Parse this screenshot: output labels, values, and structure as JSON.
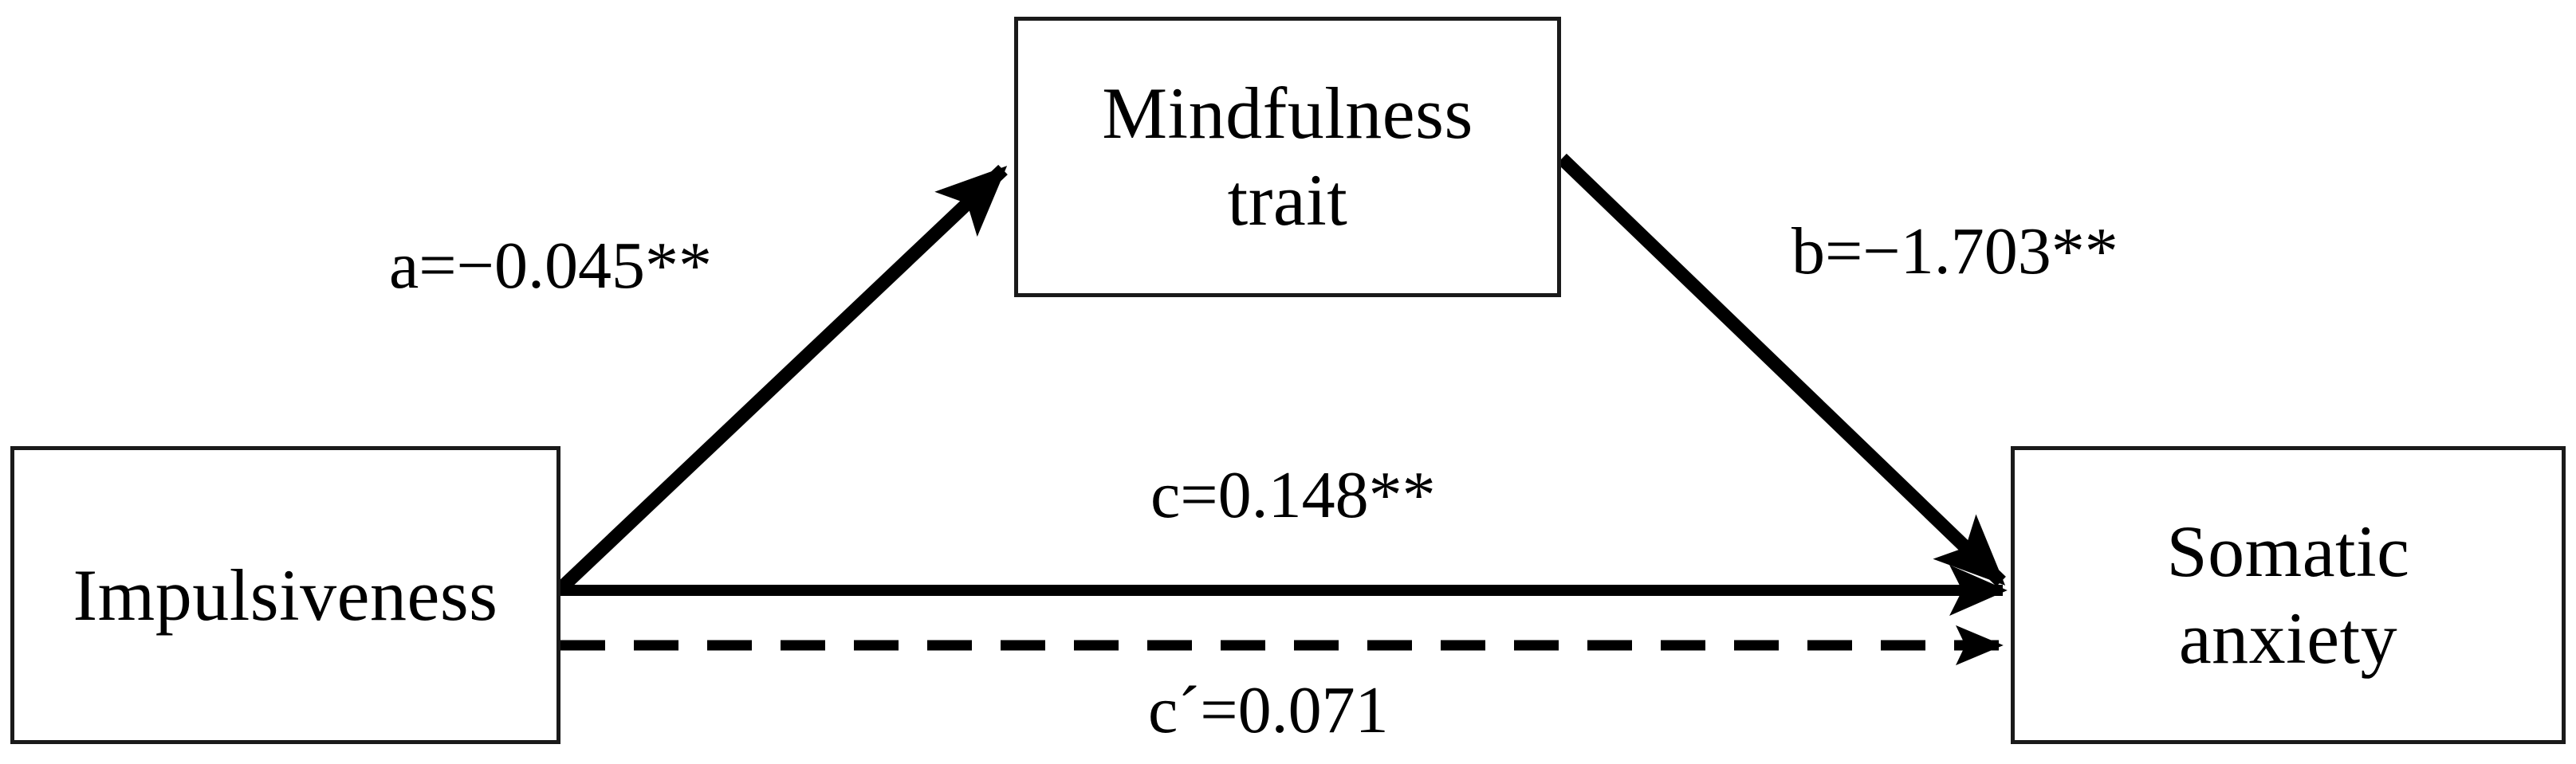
{
  "figure": {
    "type": "mediation-path-diagram",
    "background_color": "#ffffff",
    "line_color": "#000000",
    "box_border_color": "#1a1a1a"
  },
  "nodes": {
    "predictor": {
      "id": "impulsiveness",
      "label": "Impulsiveness",
      "role": "independent variable"
    },
    "mediator": {
      "id": "mindfulness-trait",
      "label": "Mindfulness\ntrait",
      "role": "mediator"
    },
    "outcome": {
      "id": "somatic-anxiety",
      "label": "Somatic\nanxiety",
      "role": "dependent variable"
    }
  },
  "paths": {
    "a": {
      "label": "a=−0.045**",
      "coefficient": -0.045,
      "significance": "**",
      "from": "Impulsiveness",
      "to": "Mindfulness trait",
      "style": "solid"
    },
    "b": {
      "label": "b=−1.703**",
      "coefficient": -1.703,
      "significance": "**",
      "from": "Mindfulness trait",
      "to": "Somatic anxiety",
      "style": "solid"
    },
    "c": {
      "label": "c=0.148**",
      "coefficient": 0.148,
      "significance": "**",
      "from": "Impulsiveness",
      "to": "Somatic anxiety",
      "style": "solid"
    },
    "c_prime": {
      "label": "c´=0.071",
      "coefficient": 0.071,
      "significance": "",
      "from": "Impulsiveness",
      "to": "Somatic anxiety",
      "style": "dashed"
    }
  },
  "chart_data": {
    "type": "diagram",
    "title": "",
    "nodes": [
      "Impulsiveness",
      "Mindfulness trait",
      "Somatic anxiety"
    ],
    "edges": [
      {
        "name": "a",
        "from": "Impulsiveness",
        "to": "Mindfulness trait",
        "value": -0.045,
        "sig": "**",
        "label": "a=−0.045**",
        "style": "solid"
      },
      {
        "name": "b",
        "from": "Mindfulness trait",
        "to": "Somatic anxiety",
        "value": -1.703,
        "sig": "**",
        "label": "b=−1.703**",
        "style": "solid"
      },
      {
        "name": "c",
        "from": "Impulsiveness",
        "to": "Somatic anxiety",
        "value": 0.148,
        "sig": "**",
        "label": "c=0.148**",
        "style": "solid"
      },
      {
        "name": "c´",
        "from": "Impulsiveness",
        "to": "Somatic anxiety",
        "value": 0.071,
        "sig": "",
        "label": "c´=0.071",
        "style": "dashed"
      }
    ]
  }
}
